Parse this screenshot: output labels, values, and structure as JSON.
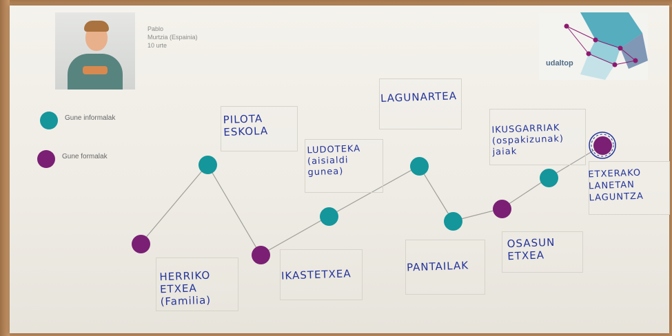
{
  "profile": {
    "name": "Pablo",
    "place": "Murtzia (Espainia)",
    "age": "10 urte"
  },
  "logo": {
    "name": "udaltop"
  },
  "legend": {
    "informal": {
      "label": "Gune informalak",
      "color": "#14969b"
    },
    "formal": {
      "label": "Gune formalak",
      "color": "#7a1f74"
    }
  },
  "places": [
    {
      "id": "herriko",
      "text": "HERRIKO\nETXEA\n(Familia)",
      "type": "formal"
    },
    {
      "id": "pilota",
      "text": "PILOTA\nESKOLA",
      "type": "informal"
    },
    {
      "id": "ikastetxea",
      "text": "IKASTETXEA",
      "type": "formal"
    },
    {
      "id": "ludoteka",
      "text": "LUDOTEKA\n(aisialdi\ngunea)",
      "type": "informal"
    },
    {
      "id": "lagunartea",
      "text": "LAGUNARTEA",
      "type": "informal"
    },
    {
      "id": "pantailak",
      "text": "PANTAILAK",
      "type": "informal"
    },
    {
      "id": "osasun",
      "text": "OSASUN\nETXEA",
      "type": "formal"
    },
    {
      "id": "ikusgarriak",
      "text": "IKUSGARRIAK\n(ospakizunak)\njaiak",
      "type": "informal"
    },
    {
      "id": "etxerako",
      "text": "ETXERAKO\nLANETAN\nLAGUNTZA",
      "type": "formal"
    }
  ]
}
